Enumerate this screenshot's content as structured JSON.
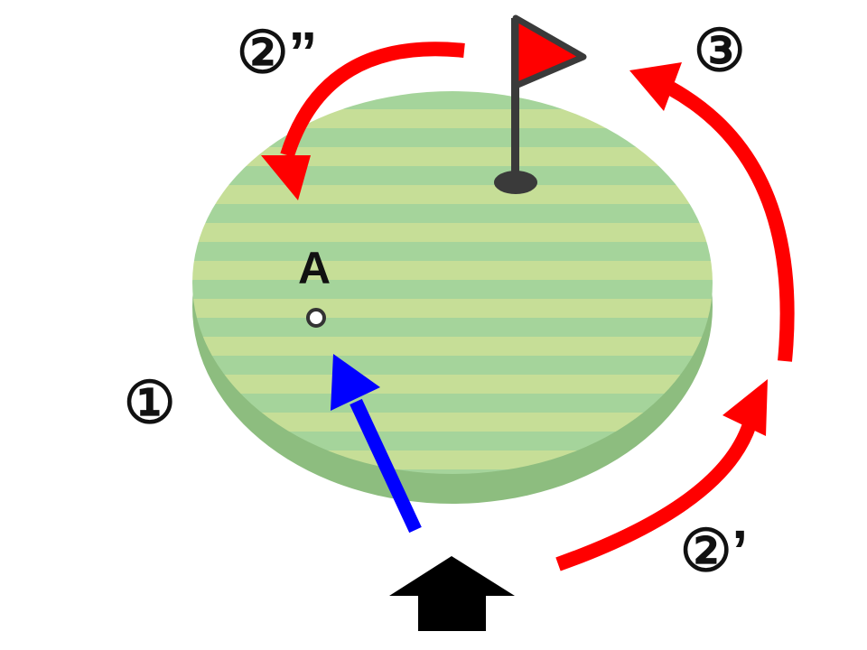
{
  "labels": {
    "circle_1": "①",
    "circle_2_double": "②”",
    "circle_2_single": "②’",
    "circle_3": "③",
    "point_a": "A"
  },
  "icons": {
    "flag": "flag-icon",
    "hole": "cup-hole-icon",
    "ball_position": "ball-marker-icon",
    "approach": "black-up-arrow-icon"
  },
  "colors": {
    "green_light": "#c6de97",
    "green_dark": "#a5d49b",
    "green_edge": "#8dbd7f",
    "red_arrow": "#ff0000",
    "blue_arrow": "#0000ff",
    "flag_pole": "#3a3a3a",
    "black": "#000000"
  }
}
